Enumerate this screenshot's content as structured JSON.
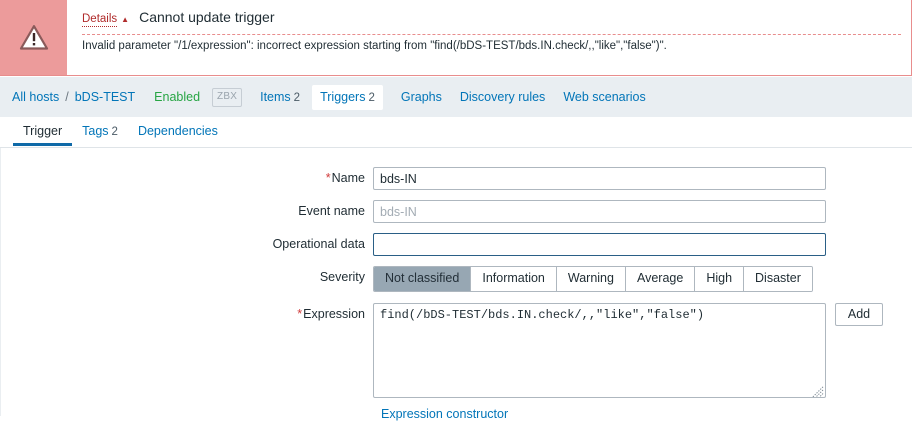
{
  "message": {
    "icon": "warning-triangle-icon",
    "details_label": "Details",
    "details_arrow": "▲",
    "title": "Cannot update trigger",
    "detail_text": "Invalid parameter \"/1/expression\": incorrect expression starting from \"find(/bDS-TEST/bds.IN.check/,,\"like\",\"false\")\".",
    "colors": {
      "band": "#ec9b9b",
      "border": "#e88d8d",
      "link": "#b02b2b"
    }
  },
  "hostnav": {
    "all_hosts": "All hosts",
    "separator": "/",
    "host": "bDS-TEST",
    "status": "Enabled",
    "status_color": "#27a544",
    "agent_badge": "ZBX",
    "items": [
      {
        "label": "Items",
        "count": "2",
        "selected": false
      },
      {
        "label": "Triggers",
        "count": "2",
        "selected": true
      },
      {
        "label": "Graphs",
        "count": "",
        "selected": false
      },
      {
        "label": "Discovery rules",
        "count": "",
        "selected": false
      },
      {
        "label": "Web scenarios",
        "count": "",
        "selected": false
      }
    ]
  },
  "tabs": [
    {
      "label": "Trigger",
      "count": "",
      "active": true
    },
    {
      "label": "Tags",
      "count": "2",
      "active": false
    },
    {
      "label": "Dependencies",
      "count": "",
      "active": false
    }
  ],
  "form": {
    "name": {
      "label": "Name",
      "required": true,
      "value": "bds-IN",
      "placeholder": ""
    },
    "event_name": {
      "label": "Event name",
      "required": false,
      "value": "",
      "placeholder": "bds-IN"
    },
    "operational_data": {
      "label": "Operational data",
      "required": false,
      "value": "",
      "placeholder": "",
      "focused": true
    },
    "severity": {
      "label": "Severity",
      "options": [
        "Not classified",
        "Information",
        "Warning",
        "Average",
        "High",
        "Disaster"
      ],
      "selected": "Not classified",
      "selected_bg": "#97a7b3"
    },
    "expression": {
      "label": "Expression",
      "required": true,
      "value": "find(/bDS-TEST/bds.IN.check/,,\"like\",\"false\")",
      "add_button": "Add",
      "constructor_link": "Expression constructor"
    }
  }
}
